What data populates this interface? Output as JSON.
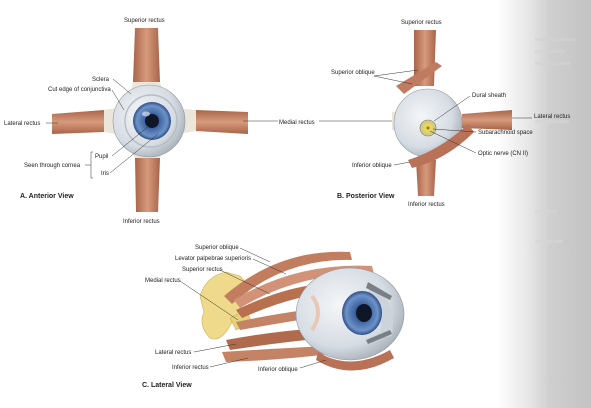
{
  "colors": {
    "muscle": "#c98b6e",
    "muscle_dark": "#9e5f45",
    "tendon": "#e9e3d6",
    "sclera": "#dfe4ea",
    "iris": "#3f68a8",
    "pupil": "#10182b",
    "bone": "#efd98a",
    "nerve": "#e3d35a"
  },
  "anterior": {
    "caption": "A. Anterior View",
    "superior_rectus": "Superior rectus",
    "sclera": "Sclera",
    "cut_edge": "Cut edge of conjunctiva",
    "lateral_rectus": "Lateral rectus",
    "pupil": "Pupil",
    "iris": "Iris",
    "seen_through_cornea": "Seen through cornea",
    "inferior_rectus": "Inferior rectus"
  },
  "shared": {
    "medial_rectus": "Medial rectus"
  },
  "posterior": {
    "caption": "B. Posterior View",
    "superior_rectus": "Superior rectus",
    "superior_oblique": "Superior oblique",
    "dural_sheath": "Dural sheath",
    "lateral_rectus": "Lateral rectus",
    "subarachnoid_space": "Subarachnoid space",
    "optic_nerve": "Optic nerve (CN II)",
    "inferior_oblique": "Inferior oblique",
    "inferior_rectus": "Inferior rectus"
  },
  "lateral": {
    "caption": "C. Lateral View",
    "superior_oblique": "Superior oblique",
    "levator": "Levator palpebrae superioris",
    "superior_rectus": "Superior rectus",
    "medial_rectus": "Medial rectus",
    "lateral_rectus": "Lateral rectus",
    "inferior_rectus": "Inferior rectus",
    "inferior_oblique": "Inferior oblique"
  }
}
